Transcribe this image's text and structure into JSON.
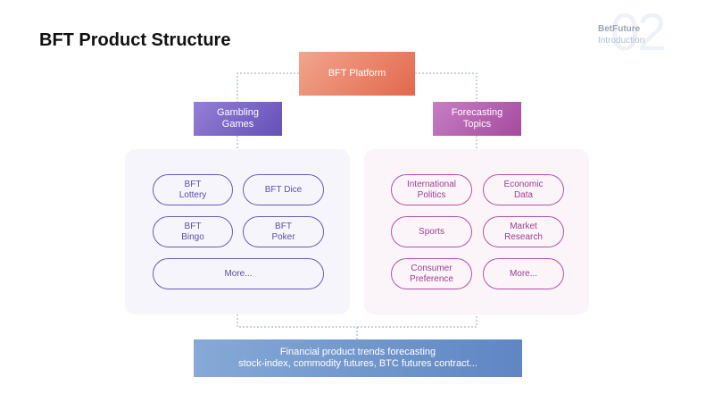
{
  "header": {
    "title": "BFT Product Structure",
    "brand_name": "BetFuture",
    "brand_sub": "Introduction",
    "brand_number": "02"
  },
  "nodes": {
    "platform": "BFT Platform",
    "gambling": "Gambling Games",
    "forecasting": "Forecasting Topics",
    "bottom_line1": "Financial product trends forecasting",
    "bottom_line2": "stock-index, commodity futures, BTC futures contract..."
  },
  "gambling_items": [
    "BFT Lottery",
    "BFT Dice",
    "BFT Bingo",
    "BFT Poker",
    "More..."
  ],
  "forecasting_items": [
    "International Politics",
    "Economic Data",
    "Sports",
    "Market Research",
    "Consumer Preference",
    "More..."
  ],
  "colors": {
    "platform": "#e2684c",
    "gambling": "#6450b8",
    "forecasting": "#a44aa0",
    "bottom": "#5f86c4",
    "connector": "#9aa3b5"
  }
}
